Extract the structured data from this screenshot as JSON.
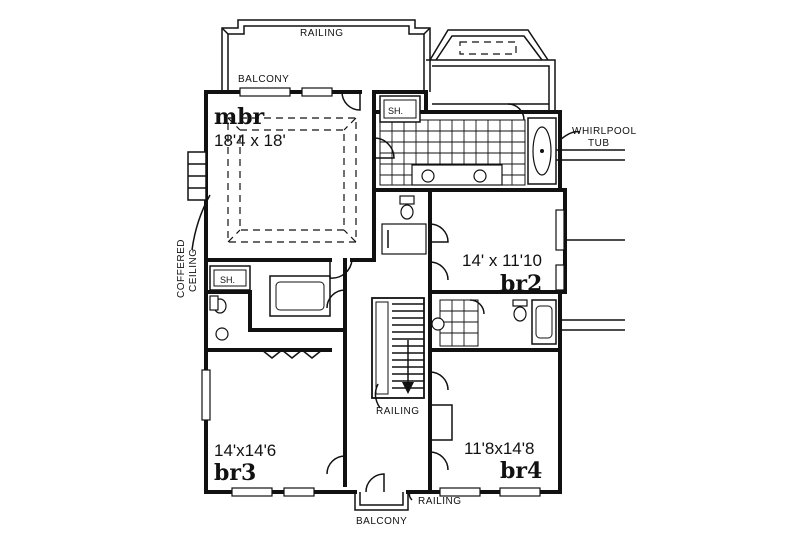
{
  "labels": {
    "railing_top": "RAILING",
    "balcony_top": "BALCONY",
    "whirlpool": "WHIRLPOOL",
    "tub": "TUB",
    "coffered": "COFFERED",
    "ceiling": "CEILING",
    "shower_master": "SH.",
    "shower_br3": "SH.",
    "railing_stair": "RAILING",
    "railing_bottom": "RAILING",
    "balcony_bottom": "BALCONY"
  },
  "rooms": {
    "mbr": {
      "name": "mbr",
      "dims": "18'4 x 18'"
    },
    "br2": {
      "name": "br2",
      "dims": "14' x 11'10"
    },
    "br3": {
      "name": "br3",
      "dims": "14'x14'6"
    },
    "br4": {
      "name": "br4",
      "dims": "11'8x14'8"
    }
  }
}
